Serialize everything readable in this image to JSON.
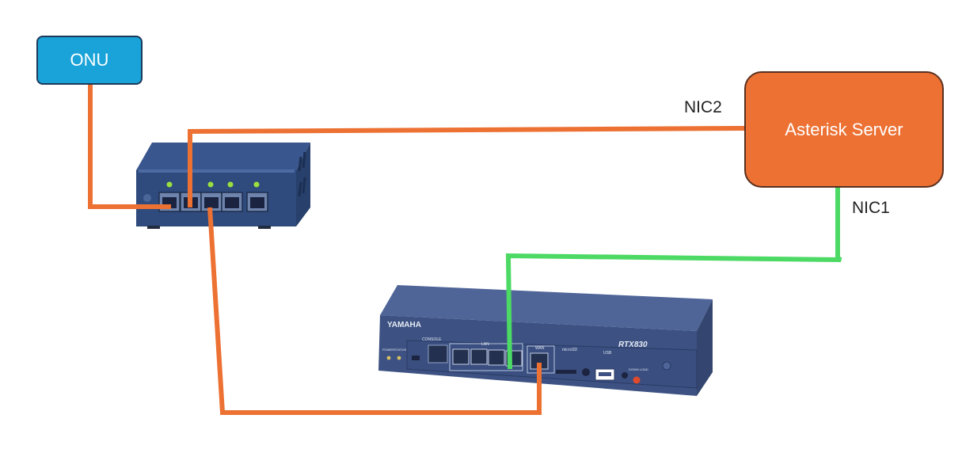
{
  "nodes": {
    "onu": {
      "label": "ONU"
    },
    "asterisk_server": {
      "label": "Asterisk Server"
    },
    "switch": {
      "icon": "network-switch-icon"
    },
    "router": {
      "icon": "yamaha-router-icon",
      "brand": "YAMAHA",
      "model": "RTX830",
      "port_labels": {
        "console": "CONSOLE",
        "lan": "LAN",
        "wan": "WAN",
        "usb": "USB",
        "microsd": "microSD",
        "power": "POWER",
        "status": "STATUS",
        "download": "DOWN LOAD"
      }
    }
  },
  "links": {
    "nic1": {
      "label": "NIC1",
      "color": "#4cd964"
    },
    "nic2": {
      "label": "NIC2",
      "color": "#ec7133"
    }
  },
  "colors": {
    "cable_orange": "#ec7133",
    "cable_green": "#4cd964",
    "onu_fill": "#19a3d8",
    "server_fill": "#ec7133",
    "device_blue": "#3d5283"
  }
}
